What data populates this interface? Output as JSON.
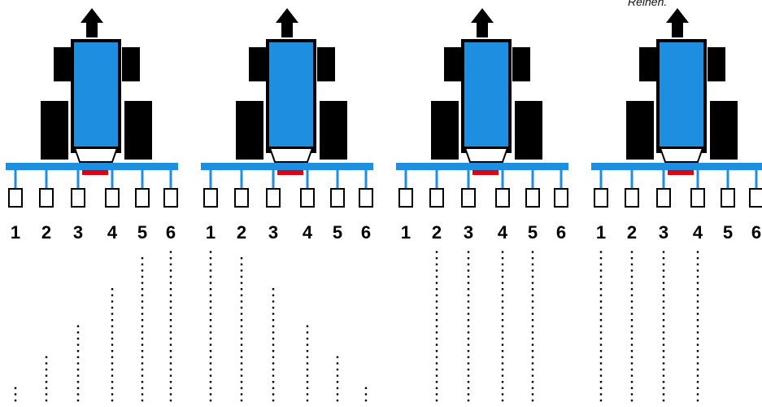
{
  "caption": "Reihen.",
  "colors": {
    "body": "#1E8FE0",
    "tire": "#000000",
    "boom": "#1E8FE0",
    "marker": "#E3000F",
    "seed_dot": "#000000"
  },
  "units": [
    {
      "id": "unit-1",
      "row_labels": [
        "1",
        "2",
        "3",
        "4",
        "5",
        "6"
      ],
      "seed_lines": [
        {
          "row": "1",
          "level": 0.11
        },
        {
          "row": "2",
          "level": 0.32
        },
        {
          "row": "3",
          "level": 0.53
        },
        {
          "row": "4",
          "level": 0.74
        },
        {
          "row": "5",
          "level": 0.95
        },
        {
          "row": "6",
          "level": 1.0
        }
      ]
    },
    {
      "id": "unit-2",
      "row_labels": [
        "1",
        "2",
        "3",
        "4",
        "5",
        "6"
      ],
      "seed_lines": [
        {
          "row": "1",
          "level": 1.0
        },
        {
          "row": "2",
          "level": 0.95
        },
        {
          "row": "3",
          "level": 0.74
        },
        {
          "row": "4",
          "level": 0.53
        },
        {
          "row": "5",
          "level": 0.32
        },
        {
          "row": "6",
          "level": 0.11
        }
      ]
    },
    {
      "id": "unit-3",
      "row_labels": [
        "1",
        "2",
        "3",
        "4",
        "5",
        "6"
      ],
      "seed_lines": [
        {
          "row": "2",
          "level": 1.0
        },
        {
          "row": "3",
          "level": 1.0
        },
        {
          "row": "4",
          "level": 1.0
        },
        {
          "row": "5",
          "level": 1.0
        }
      ]
    },
    {
      "id": "unit-4",
      "row_labels": [
        "1",
        "2",
        "3",
        "4",
        "5",
        "6"
      ],
      "seed_lines": [
        {
          "row": "1",
          "level": 1.0
        },
        {
          "row": "2",
          "level": 1.0
        },
        {
          "row": "3",
          "level": 1.0
        },
        {
          "row": "4",
          "level": 1.0
        }
      ]
    }
  ]
}
